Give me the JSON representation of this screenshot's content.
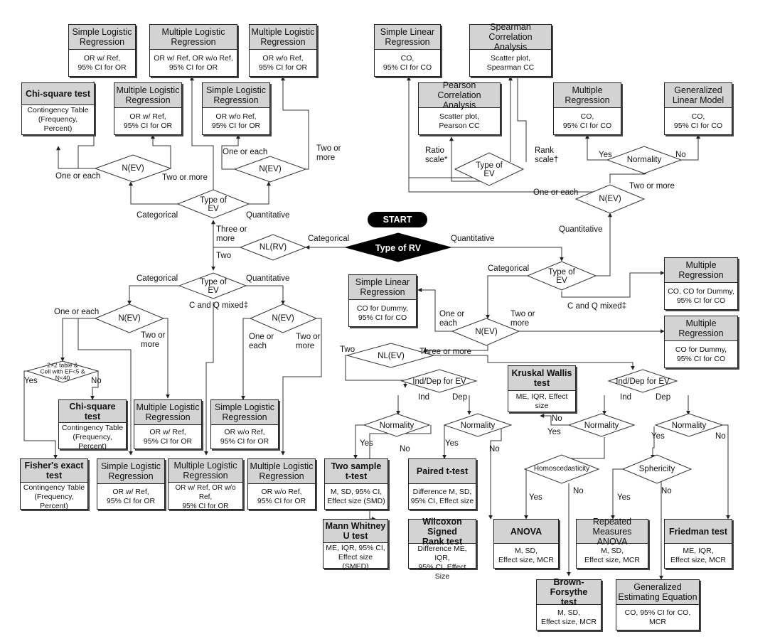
{
  "start_label": "START",
  "diamonds": {
    "type_of_rv": "Type of RV",
    "nl_rv": "NL(RV)",
    "type_of_ev_top": "Type of\nEV",
    "n_ev_top_left": "N(EV)",
    "n_ev_top_right": "N(EV)",
    "type_of_ev_mid_left": "Type of\nEV",
    "n_ev_mid_left_a": "N(EV)",
    "n_ev_mid_left_b": "N(EV)",
    "two_by_two": "2×2 table &\nCell with EF<5 &\nN<40",
    "type_of_ev_right": "Type of\nEV",
    "n_ev_right": "N(EV)",
    "normality_top_right": "Normality",
    "type_of_ev_corr": "Type of\nEV",
    "n_ev_mid_right": "N(EV)",
    "nl_ev": "NL(EV)",
    "ind_dep_left": "Ind/Dep for EV",
    "ind_dep_right": "Ind/Dep for EV",
    "normality_1": "Normality",
    "normality_2": "Normality",
    "normality_3": "Normality",
    "normality_4": "Normality",
    "homoscedasticity": "Homoscedasticity",
    "sphericity": "Sphericity"
  },
  "boxes": {
    "slr_tl": {
      "title": "Simple Logistic\nRegression",
      "body": "OR w/ Ref,\n95% CI for OR"
    },
    "mlr_tl": {
      "title": "Multiple Logistic\nRegression",
      "body": "OR w/ Ref, OR w/o Ref,\n95% CI for OR"
    },
    "mlr_tl2": {
      "title": "Multiple Logistic\nRegression",
      "body": "OR w/o Ref,\n95% CI for OR"
    },
    "chi_tl": {
      "title": "Chi-square test",
      "body": "Contingency Table\n(Frequency, Percent)"
    },
    "mlr_tl3": {
      "title": "Multiple Logistic\nRegression",
      "body": "OR w/ Ref,\n95% CI for OR"
    },
    "slr_tl2": {
      "title": "Simple Logistic\nRegression",
      "body": "OR w/o Ref,\n95% CI for OR"
    },
    "slinr_tr": {
      "title": "Simple Linear\nRegression",
      "body": "CO,\n95% CI for CO"
    },
    "spearman": {
      "title": "Spearman\nCorrelation Analysis",
      "body": "Scatter plot,\nSpearman CC"
    },
    "pearson": {
      "title": "Pearson\nCorrelation Analysis",
      "body": "Scatter plot,\nPearson CC"
    },
    "mr_tr": {
      "title": "Multiple\nRegression",
      "body": "CO,\n95% CI for CO"
    },
    "glm": {
      "title": "Generalized\nLinear Model",
      "body": "CO,\n95% CI for CO"
    },
    "mr_mid1": {
      "title": "Multiple\nRegression",
      "body": "CO, CO for Dummy,\n95% CI for CO"
    },
    "slinr_mid": {
      "title": "Simple Linear\nRegression",
      "body": "CO for Dummy,\n95% CI for CO"
    },
    "mr_mid2": {
      "title": "Multiple\nRegression",
      "body": "CO for Dummy,\n95% CI for CO"
    },
    "kruskal": {
      "title": "Kruskal Wallis\ntest",
      "body": "ME, IQR, Effect size"
    },
    "chi_bl": {
      "title": "Chi-square test",
      "body": "Contingency Table\n(Frequency, Percent)"
    },
    "mlr_bl1": {
      "title": "Multiple Logistic\nRegression",
      "body": "OR w/ Ref,\n95% CI for OR"
    },
    "slr_bl1": {
      "title": "Simple Logistic\nRegression",
      "body": "OR w/o Ref,\n95% CI for OR"
    },
    "fisher": {
      "title": "Fisher's exact\ntest",
      "body": "Contingency Table\n(Frequency, Percent)"
    },
    "slr_bl2": {
      "title": "Simple Logistic\nRegression",
      "body": "OR w/ Ref,\n95% CI for OR"
    },
    "mlr_bl2": {
      "title": "Multiple Logistic\nRegression",
      "body": "OR w/ Ref, OR w/o Ref,\n95% CI for OR"
    },
    "mlr_bl3": {
      "title": "Multiple Logistic\nRegression",
      "body": "OR w/o Ref,\n95% CI for OR"
    },
    "two_sample_t": {
      "title": "Two sample\nt-test",
      "body": "M, SD, 95% CI,\nEffect size (SMD)"
    },
    "paired_t": {
      "title": "Paired t-test",
      "body": "Difference M, SD,\n95% CI, Effect size"
    },
    "mann_whitney": {
      "title": "Mann Whitney\nU test",
      "body": "ME, IQR, 95% CI,\nEffect size (SMED)"
    },
    "wilcoxon": {
      "title": "Wilcoxon Signed\nRank test",
      "body": "Difference ME, IQR,\n95% CI, Effect Size"
    },
    "anova": {
      "title": "ANOVA",
      "body": "M, SD,\nEffect size, MCR"
    },
    "rm_anova": {
      "title": "Repeated\nMeasures ANOVA",
      "body": "M, SD,\nEffect size, MCR"
    },
    "friedman": {
      "title": "Friedman test",
      "body": "ME, IQR,\nEffect size, MCR"
    },
    "brown_forsythe": {
      "title": "Brown-Forsythe\ntest",
      "body": "M, SD,\nEffect size, MCR"
    },
    "gee": {
      "title": "Generalized\nEstimating Equation",
      "body": "CO, 95% CI for CO,\nMCR"
    }
  },
  "edge_labels": {
    "categorical_top": "Categorical",
    "quantitative_top": "Quantitative",
    "one_or_each_tl": "One or each",
    "two_or_more_tl": "Two or more",
    "one_or_each_tr": "One or each",
    "two_or_more_tr": "Two or\nmore",
    "three_or_more": "Three or\nmore",
    "two_left": "Two",
    "categorical_rv": "Categorical",
    "quantitative_rv": "Quantitative",
    "categorical_mid": "Categorical",
    "quantitative_mid": "Quantitative",
    "one_or_each_mid": "One or each",
    "two_or_more_mid": "Two or\nmore",
    "c_and_q_mixed_left": "C and Q mixed‡",
    "one_or_each_mid2": "One or\neach",
    "two_or_more_mid2": "Two or\nmore",
    "yes_2x2": "Yes",
    "no_2x2": "No",
    "ratio_scale": "Ratio\nscale*",
    "rank_scale": "Rank\nscale†",
    "yes_norm_tr": "Yes",
    "no_norm_tr": "No",
    "one_or_each_r": "One or each",
    "two_or_more_r": "Two or more",
    "quantitative_r": "Quantitative",
    "categorical_r": "Categorical",
    "c_and_q_mixed_r": "C and Q mixed‡",
    "one_or_each_r2": "One or\neach",
    "two_or_more_r2": "Two or\nmore",
    "two_nl": "Two",
    "three_or_more_nl": "Three or more",
    "ind_l": "Ind",
    "dep_l": "Dep",
    "ind_r": "Ind",
    "dep_r": "Dep",
    "yes_n1": "Yes",
    "no_n1": "No",
    "yes_n2": "Yes",
    "no_n2": "No",
    "no_n3": "No",
    "yes_n3": "Yes",
    "yes_n4": "Yes",
    "no_n4": "No",
    "yes_homo": "Yes",
    "no_homo": "No",
    "yes_sph": "Yes",
    "no_sph": "No"
  }
}
